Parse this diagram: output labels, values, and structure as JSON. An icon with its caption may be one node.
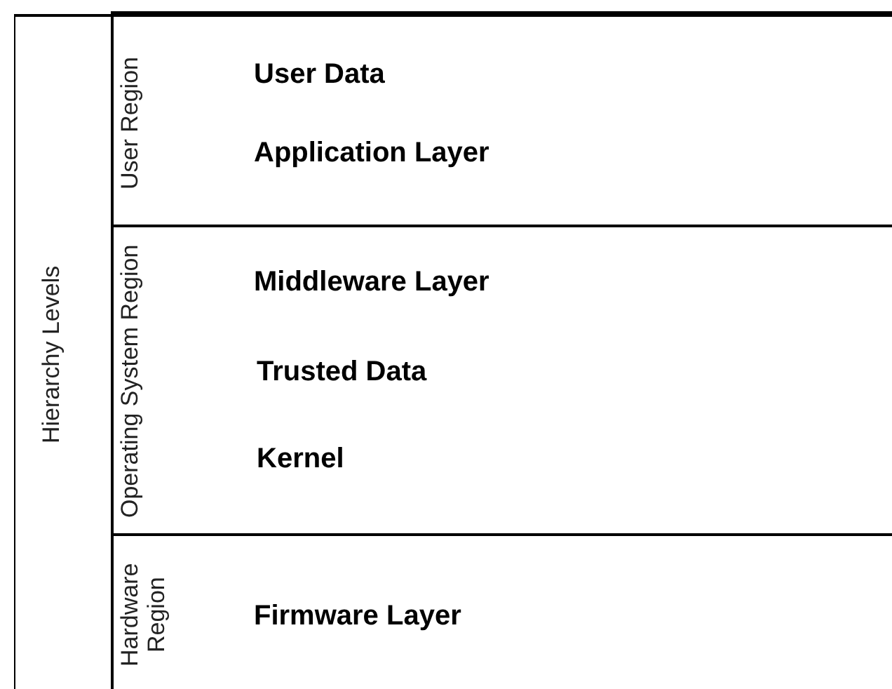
{
  "diagram": {
    "nodes": [
      {
        "text": [
          "Hierarchy Levels"
        ]
      },
      {
        "text": [
          "User Region",
          "User Data",
          "Application Layer"
        ],
        "in": 0
      },
      {
        "text": [
          "Operating System Region",
          "Middleware Layer",
          "Trusted Data",
          "Kernel"
        ],
        "in": 0
      },
      {
        "text": [
          "Hardware Region",
          "Firmware Layer"
        ],
        "in": 0
      }
    ]
  }
}
